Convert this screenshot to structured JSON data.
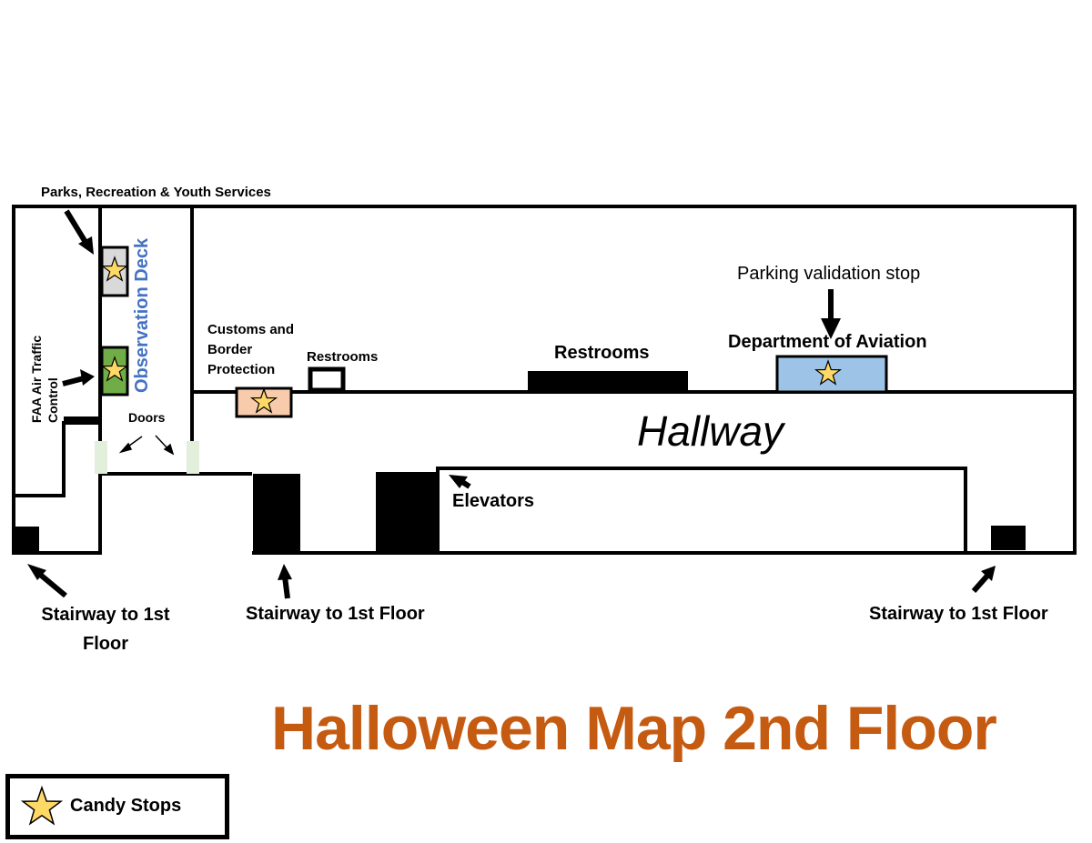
{
  "map": {
    "title": "Halloween Map 2nd Floor",
    "title_color": "#c55a11",
    "labels": {
      "parks_recreation": "Parks, Recreation & Youth Services",
      "observation_deck": "Observation Deck",
      "faa": "FAA Air Traffic Control",
      "customs": "Customs and Border Protection",
      "restrooms_small": "Restrooms",
      "restrooms_large": "Restrooms",
      "parking_validation": "Parking validation stop",
      "department_of_aviation": "Department of Aviation",
      "doors": "Doors",
      "hallway": "Hallway",
      "elevators": "Elevators",
      "stairway_left": "Stairway to 1st Floor",
      "stairway_middle": "Stairway to 1st Floor",
      "stairway_right": "Stairway to 1st Floor"
    },
    "legend": {
      "label": "Candy Stops",
      "icon": "star-icon"
    },
    "colors": {
      "star_fill": "#ffd966",
      "parks_room": "#d9d9d9",
      "faa_room": "#70ad47",
      "customs_room": "#f8cbad",
      "aviation_room": "#9dc3e6",
      "observation_text": "#4472c4",
      "doors": "#e2efda"
    }
  }
}
